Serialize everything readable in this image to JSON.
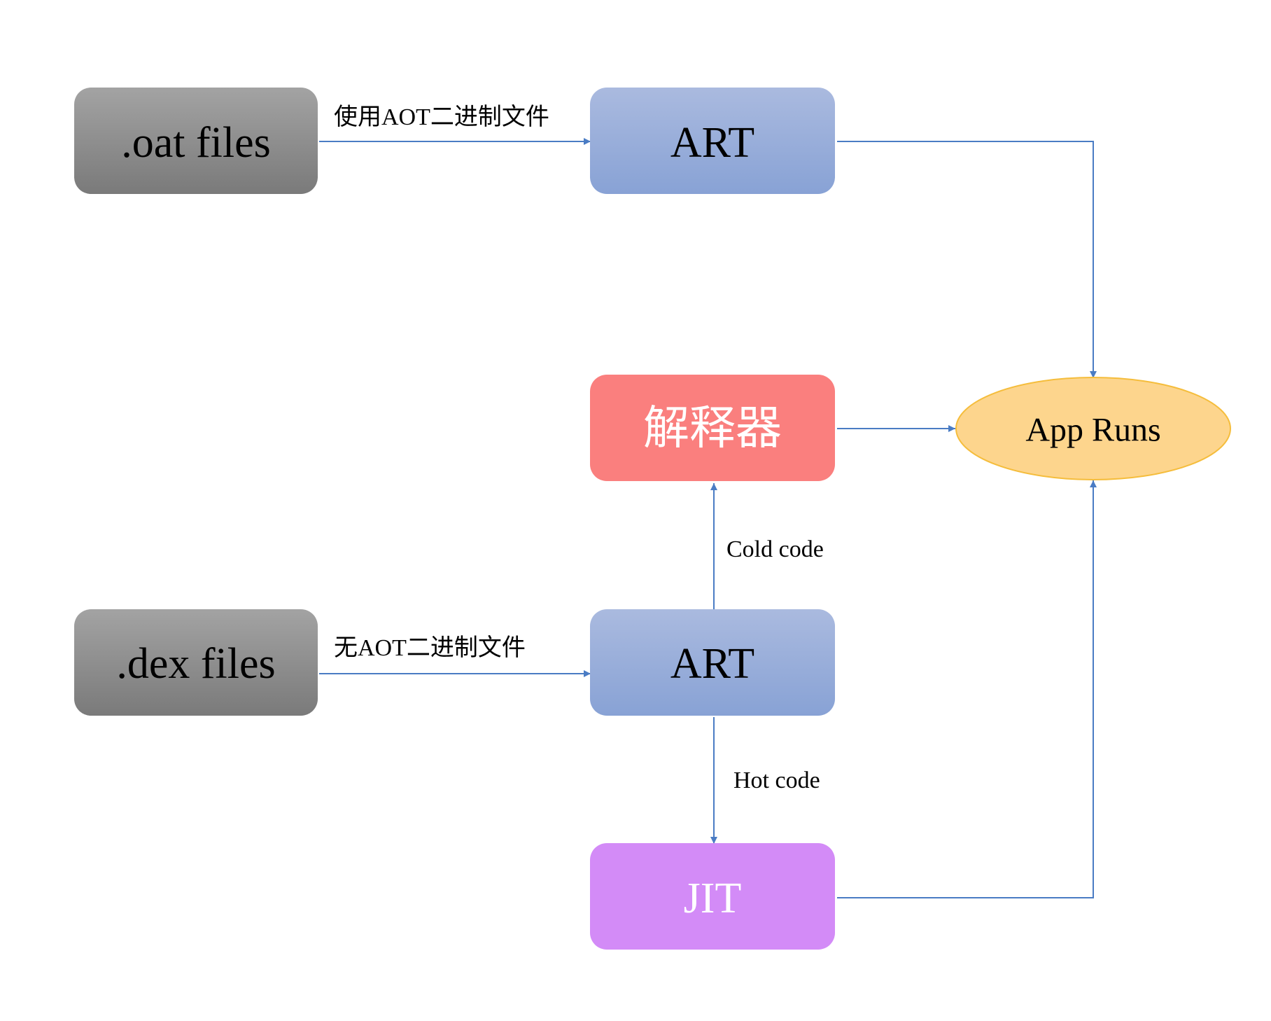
{
  "nodes": {
    "oat_files": {
      "label": ".oat files"
    },
    "art_top": {
      "label": "ART"
    },
    "interpreter": {
      "label": "解释器"
    },
    "app_runs": {
      "label": "App Runs"
    },
    "dex_files": {
      "label": ".dex files"
    },
    "art_bottom": {
      "label": "ART"
    },
    "jit": {
      "label": "JIT"
    }
  },
  "edges": {
    "oat_to_art": {
      "label": "使用AOT二进制文件"
    },
    "dex_to_art": {
      "label": "无AOT二进制文件"
    },
    "art_to_interpreter": {
      "label": "Cold code"
    },
    "art_to_jit": {
      "label": "Hot code"
    }
  },
  "colors": {
    "edge": "#4a7cc4",
    "gray_top": "#a3a3a3",
    "gray_bottom": "#7a7a7a",
    "art_top": "#a9b9df",
    "art_bottom": "#8aa4d6",
    "interpreter": "#fa7f7e",
    "jit": "#d38bf7",
    "app_runs_fill": "#fdd58d",
    "app_runs_stroke": "#f5bd3c"
  }
}
